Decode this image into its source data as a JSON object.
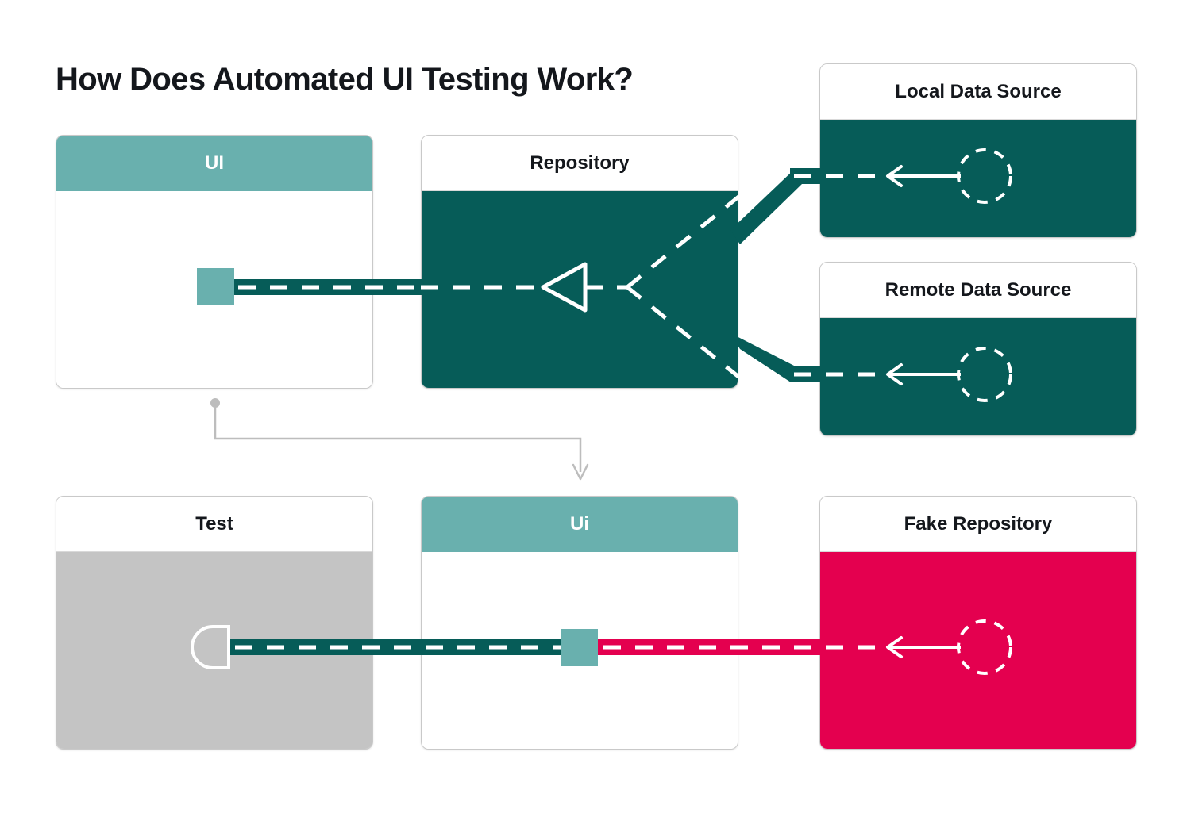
{
  "title": "How Does Automated UI Testing Work?",
  "colors": {
    "teal_light": "#69b0ae",
    "teal_dark": "#065c58",
    "crimson": "#e4004f",
    "gray_body": "#c4c4c4",
    "card_border": "#c9c9c9",
    "text_dark": "#14171c",
    "white": "#ffffff",
    "connector_gray": "#bdbdbd"
  },
  "cards": {
    "ui": {
      "title": "UI",
      "header_style": "teal",
      "body_style": "white"
    },
    "repository": {
      "title": "Repository",
      "header_style": "light",
      "body_style": "teal"
    },
    "local_data_source": {
      "title": "Local Data Source",
      "header_style": "light",
      "body_style": "teal"
    },
    "remote_data_source": {
      "title": "Remote Data Source",
      "header_style": "light",
      "body_style": "teal"
    },
    "test": {
      "title": "Test",
      "header_style": "light",
      "body_style": "gray"
    },
    "ui2": {
      "title": "Ui",
      "header_style": "teal",
      "body_style": "white"
    },
    "fake_repository": {
      "title": "Fake Repository",
      "header_style": "light",
      "body_style": "crimson"
    }
  },
  "icons": {
    "ui_provided_interface": "square-connector-icon",
    "ui2_provided_interface": "square-connector-icon",
    "repository_lollipop": "triangle-left-icon",
    "test_required_interface": "socket-d-shape-icon",
    "local_dashed_circle": "dashed-circle-icon",
    "remote_dashed_circle": "dashed-circle-icon",
    "fake_dashed_circle": "dashed-circle-icon",
    "local_arrow": "arrow-left-icon",
    "remote_arrow": "arrow-left-icon",
    "fake_arrow": "arrow-left-icon",
    "flow_arrow_down": "arrow-down-icon",
    "flow_origin_dot": "dot-icon"
  },
  "connections": [
    {
      "from": "ui",
      "to": "repository",
      "style": "thick-dashed",
      "color": "#065c58"
    },
    {
      "from": "repository",
      "to": "local_data_source",
      "style": "thick-dashed-diagonal-up",
      "color": "#065c58"
    },
    {
      "from": "repository",
      "to": "remote_data_source",
      "style": "thick-dashed-diagonal-down",
      "color": "#065c58"
    },
    {
      "from": "ui",
      "to": "ui2",
      "style": "thin-orthogonal-arrow",
      "color": "#bdbdbd"
    },
    {
      "from": "test",
      "to": "ui2",
      "style": "thick-dashed",
      "color": "#065c58"
    },
    {
      "from": "ui2",
      "to": "fake_repository",
      "style": "thick-dashed",
      "color": "#e4004f"
    }
  ]
}
